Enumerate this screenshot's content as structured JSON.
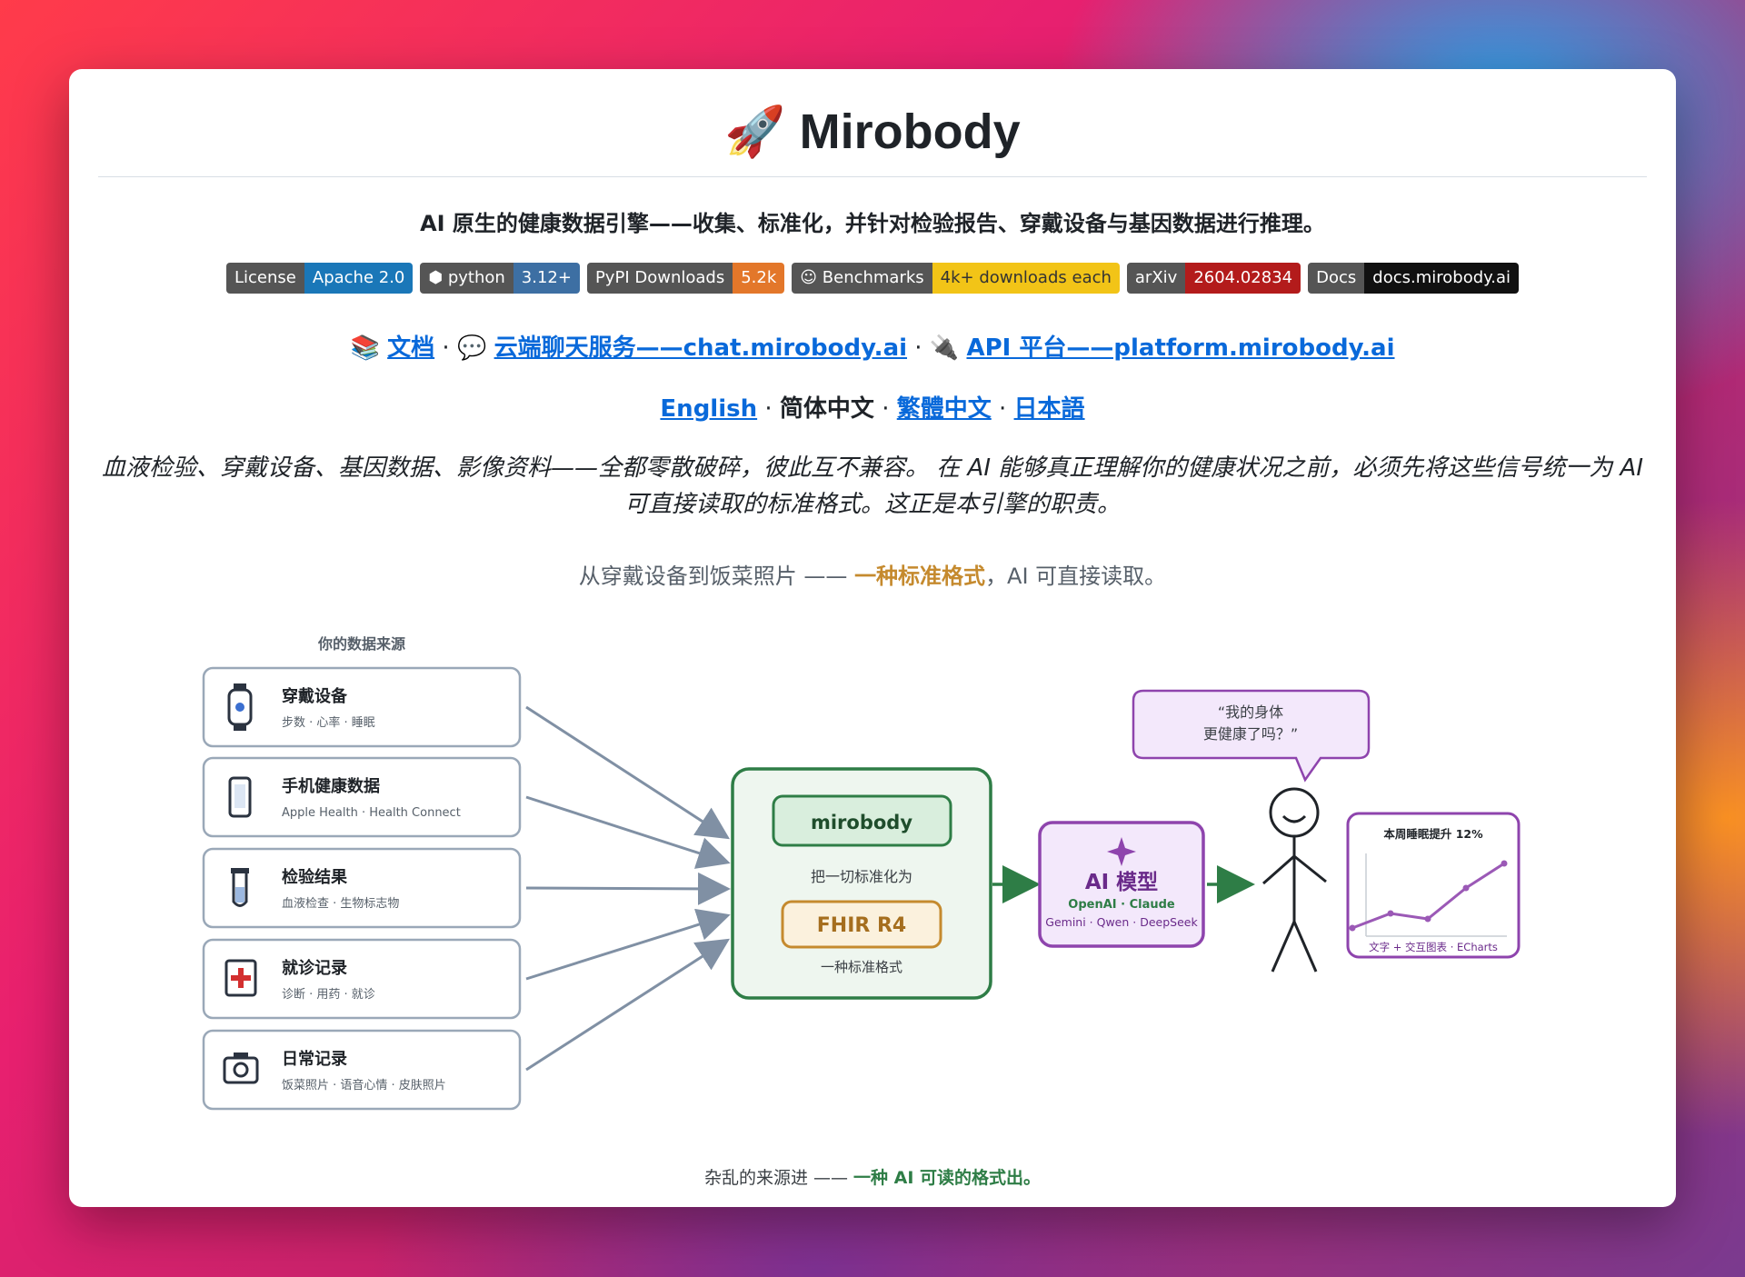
{
  "title": "Mirobody",
  "title_emoji": "🚀",
  "subtitle": "AI 原生的健康数据引擎——收集、标准化，并针对检验报告、穿戴设备与基因数据进行推理。",
  "badges": [
    {
      "label": "License",
      "value": "Apache 2.0",
      "color": "#1a77b8"
    },
    {
      "label": "python",
      "value": "3.12+",
      "color": "#3d6fa3"
    },
    {
      "label": "PyPI Downloads",
      "value": "5.2k",
      "color": "#e3772a"
    },
    {
      "label": "Benchmarks",
      "value": "4k+ downloads each",
      "color": "#f2c417"
    },
    {
      "label": "arXiv",
      "value": "2604.02834",
      "color": "#b31b1b"
    },
    {
      "label": "Docs",
      "value": "docs.mirobody.ai",
      "color": "#111111"
    }
  ],
  "links": {
    "docs": "文档",
    "chat": "云端聊天服务——chat.mirobody.ai",
    "api": "API 平台——platform.mirobody.ai",
    "sep": "·"
  },
  "languages": {
    "english": "English",
    "simplified": "简体中文",
    "traditional": "繁體中文",
    "japanese": "日本語"
  },
  "description": "血液检验、穿戴设备、基因数据、影像资料——全都零散破碎，彼此互不兼容。 在 AI 能够真正理解你的健康状况之前，必须先将这些信号统一为 AI 可直接读取的标准格式。这正是本引擎的职责。",
  "tagline": {
    "before": "从穿戴设备到饭菜照片 —— ",
    "highlight": "一种标准格式",
    "after": "，AI 可直接读取。"
  },
  "diagram": {
    "sources_heading": "你的数据来源",
    "sources": [
      {
        "name": "穿戴设备",
        "detail": "步数 · 心率 · 睡眠",
        "icon": "watch-icon"
      },
      {
        "name": "手机健康数据",
        "detail": "Apple Health · Health Connect",
        "icon": "phone-icon"
      },
      {
        "name": "检验结果",
        "detail": "血液检查 · 生物标志物",
        "icon": "test-tube-icon"
      },
      {
        "name": "就诊记录",
        "detail": "诊断 · 用药 · 就诊",
        "icon": "medical-kit-icon"
      },
      {
        "name": "日常记录",
        "detail": "饭菜照片 · 语音心情 · 皮肤照片",
        "icon": "camera-icon"
      }
    ],
    "engine": {
      "name": "mirobody",
      "caption": "把一切标准化为",
      "format": "FHIR R4",
      "format_caption": "一种标准格式"
    },
    "ai": {
      "title": "AI 模型",
      "models_line1": "OpenAI · Claude",
      "models_line2": "Gemini · Qwen · DeepSeek"
    },
    "speech": {
      "line1": "“我的身体",
      "line2": "更健康了吗？”"
    },
    "chart_card": {
      "title": "本周睡眠提升 12%",
      "caption": "文字 + 交互图表 · ECharts"
    },
    "footer": {
      "before": "杂乱的来源进 —— ",
      "highlight": "一种 AI 可读的格式出。"
    }
  },
  "colors": {
    "link": "#0969da",
    "accent_orange": "#c58a2e",
    "engine_green": "#2e7d46",
    "ai_purple": "#8e44ad",
    "source_border": "#9aa8b8"
  }
}
